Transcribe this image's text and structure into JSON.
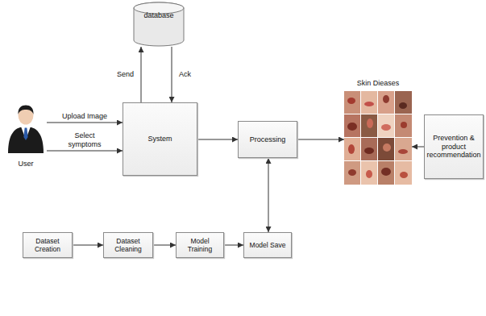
{
  "diagram": {
    "nodes": [
      {
        "text": [
          "database"
        ]
      },
      {
        "text": [
          "User"
        ]
      },
      {
        "text": [
          "System"
        ]
      },
      {
        "text": [
          "Processing"
        ]
      },
      {
        "text": [
          "Skin Dieases"
        ]
      },
      {
        "text": [
          "Prevention & product recommendation"
        ]
      },
      {
        "text": [
          "Dataset Creation"
        ]
      },
      {
        "text": [
          "Dataset Cleaning"
        ]
      },
      {
        "text": [
          "Model Training"
        ]
      },
      {
        "text": [
          "Model Save"
        ]
      }
    ],
    "edges": [
      {
        "from": 1,
        "to": 2,
        "label": "Upload Image",
        "arrow": "to"
      },
      {
        "from": 1,
        "to": 2,
        "label": "Select symptoms",
        "arrow": "to"
      },
      {
        "from": 2,
        "to": 0,
        "label": "Send",
        "arrow": "to"
      },
      {
        "from": 0,
        "to": 2,
        "label": "Ack",
        "arrow": "to"
      },
      {
        "from": 2,
        "to": 3,
        "arrow": "to"
      },
      {
        "from": 3,
        "to": 4,
        "arrow": "to"
      },
      {
        "from": 5,
        "to": 4,
        "arrow": "to"
      },
      {
        "from": 6,
        "to": 7,
        "arrow": "to"
      },
      {
        "from": 7,
        "to": 8,
        "arrow": "to"
      },
      {
        "from": 8,
        "to": 9,
        "arrow": "to"
      },
      {
        "from": 9,
        "to": 3,
        "arrow": "both"
      }
    ]
  }
}
